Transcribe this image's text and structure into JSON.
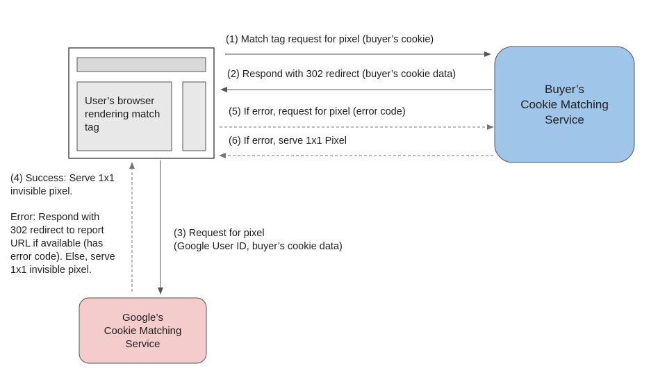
{
  "browser": {
    "label_lines": [
      "User’s browser",
      "rendering match",
      "tag"
    ]
  },
  "buyer_service": {
    "label_lines": [
      "Buyer’s",
      "Cookie Matching",
      "Service"
    ],
    "fill": "#9fc5e8"
  },
  "google_service": {
    "label_lines": [
      "Google’s",
      "Cookie Matching",
      "Service"
    ],
    "fill": "#f4cccc"
  },
  "steps": {
    "s1": "(1)  Match tag request for pixel (buyer’s cookie)",
    "s2": "(2)  Respond with 302 redirect (buyer’s cookie data)",
    "s5": "(5) If error, request for pixel (error code)",
    "s6": "(6) If error, serve 1x1 Pixel",
    "s3_lines": [
      "(3)  Request for pixel",
      "(Google User ID, buyer’s cookie data)"
    ],
    "s4_success_lines": [
      "(4) Success: Serve 1x1",
      "invisible pixel."
    ],
    "s4_error_lines": [
      "Error: Respond with",
      "302 redirect to report",
      "URL if available (has",
      "error code). Else, serve",
      "1x1 invisible pixel."
    ]
  },
  "colors": {
    "line": "#555555",
    "dashed_line": "#777777",
    "browser_panel": "#e8e8e8",
    "browser_bar": "#d9d9d9"
  }
}
